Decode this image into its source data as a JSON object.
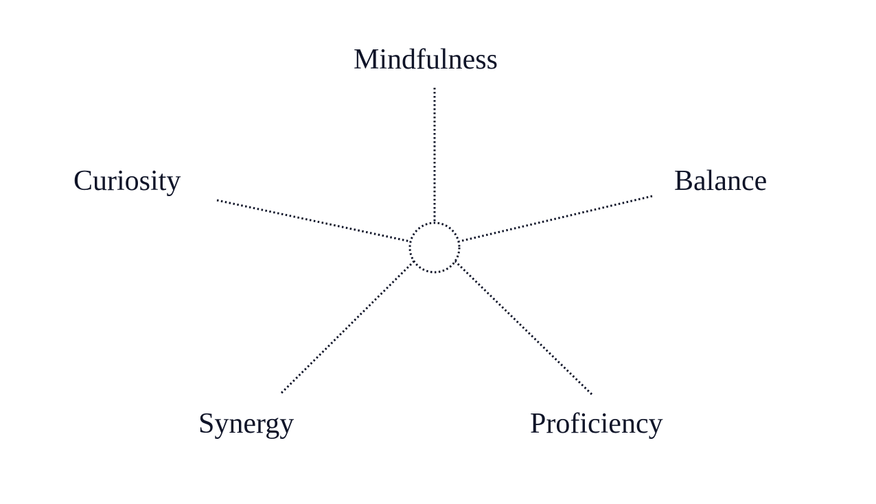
{
  "diagram": {
    "nodes": [
      {
        "id": "mindfulness",
        "label": "Mindfulness"
      },
      {
        "id": "curiosity",
        "label": "Curiosity"
      },
      {
        "id": "balance",
        "label": "Balance"
      },
      {
        "id": "synergy",
        "label": "Synergy"
      },
      {
        "id": "proficiency",
        "label": "Proficiency"
      }
    ],
    "colors": {
      "ink": "#0f1428",
      "background": "#ffffff"
    }
  }
}
